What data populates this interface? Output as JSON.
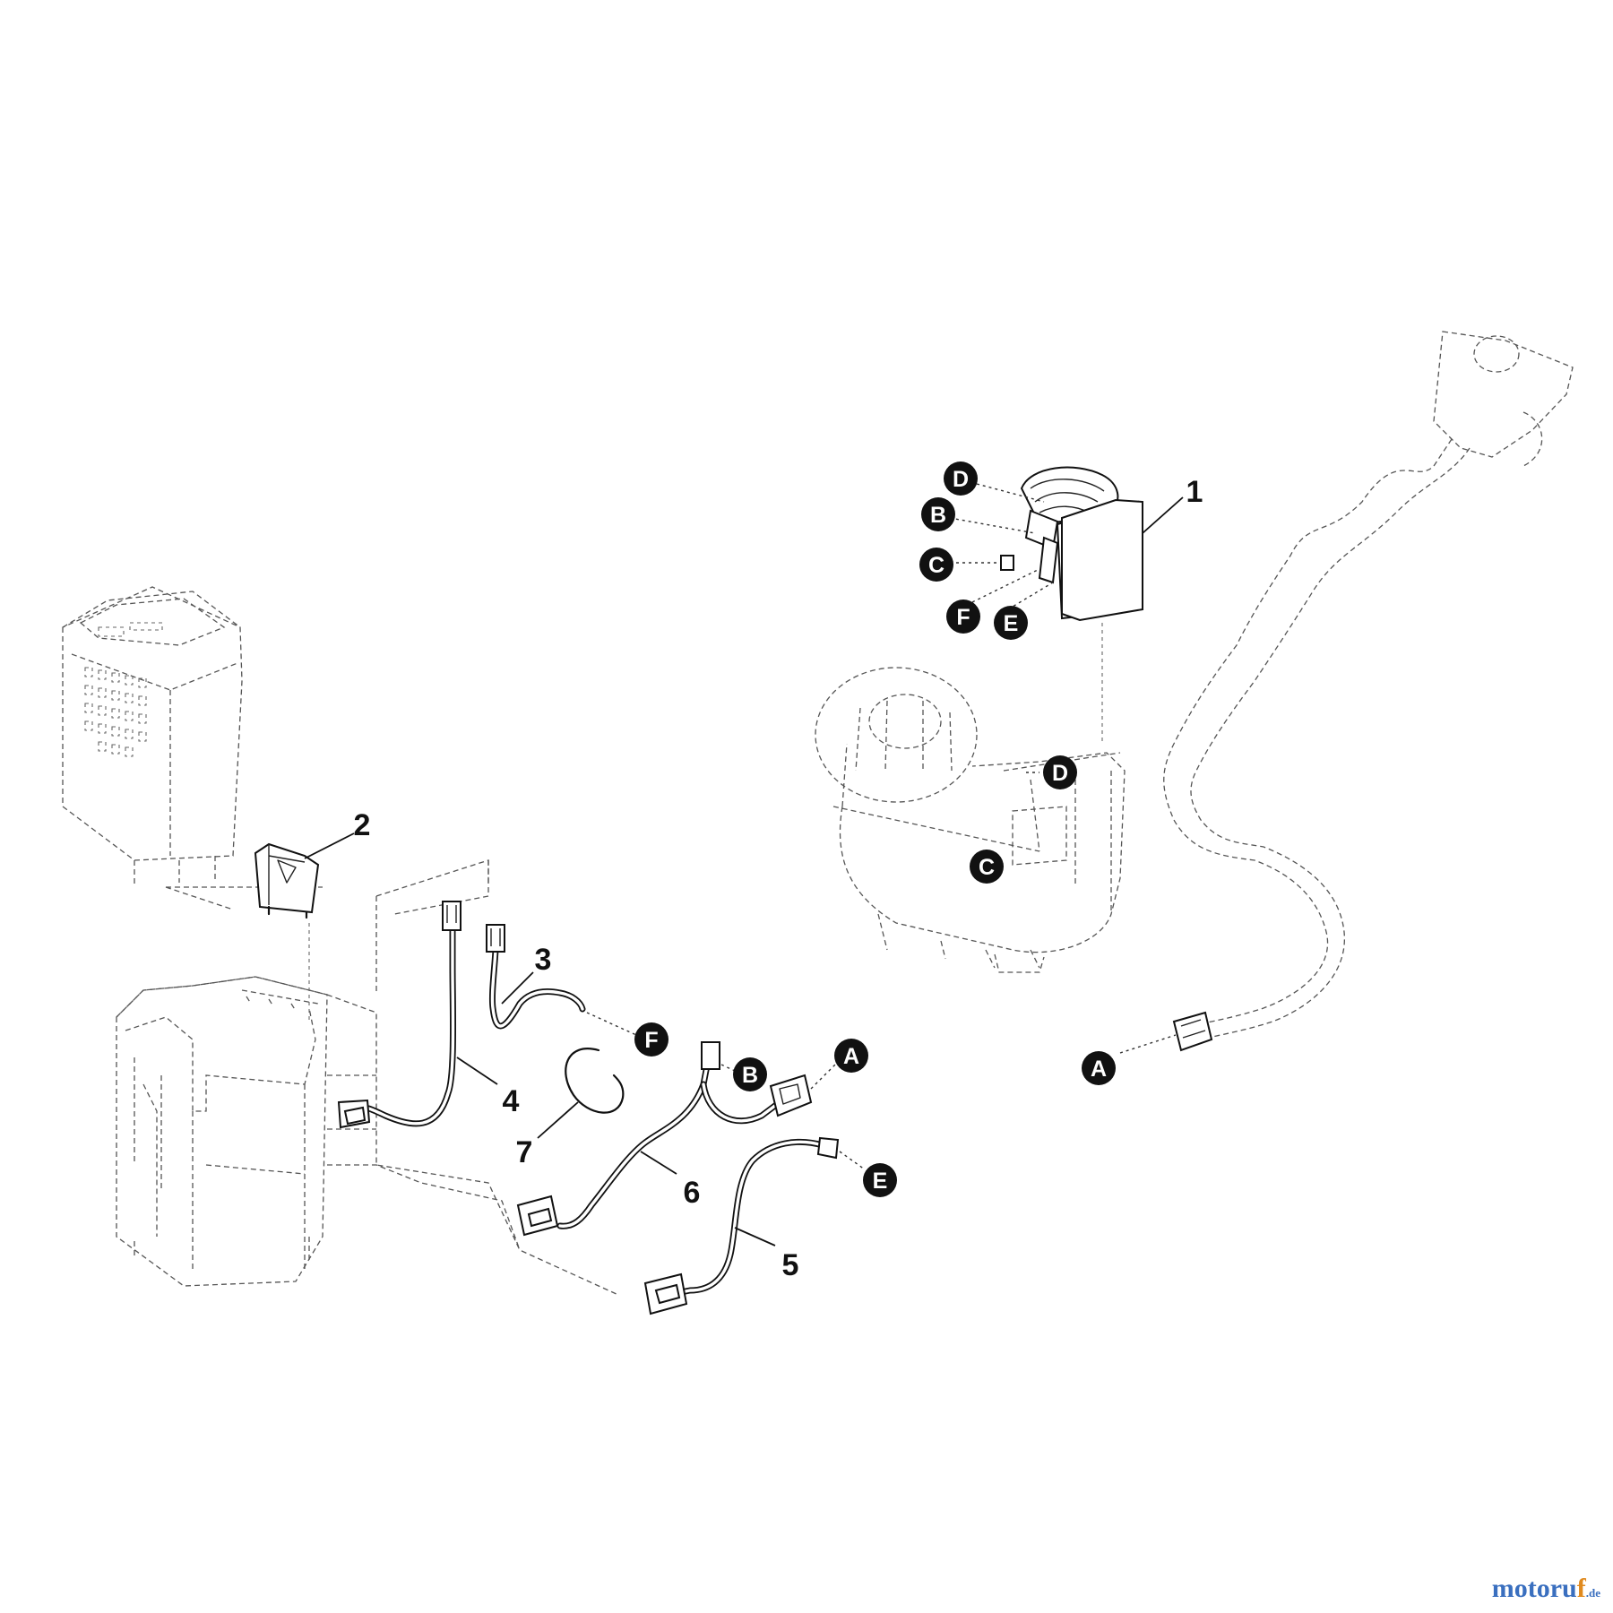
{
  "part_numbers": {
    "n1": "1",
    "n2": "2",
    "n3": "3",
    "n4": "4",
    "n5": "5",
    "n6": "6",
    "n7": "7"
  },
  "connection_markers": {
    "module_d": "D",
    "module_b": "B",
    "module_c": "C",
    "module_f": "F",
    "module_e": "E",
    "motor_d": "D",
    "motor_c": "C",
    "cable3_f": "F",
    "cable6_b": "B",
    "cable6_a": "A",
    "plug_a": "A",
    "cable5_e": "E"
  },
  "watermark": {
    "main": "motoru",
    "accent": "f",
    "tld": ".de"
  },
  "colors": {
    "line": "#111111",
    "badge": "#111111",
    "watermark_blue": "#3a6fbf",
    "watermark_orange": "#e08a1e"
  }
}
